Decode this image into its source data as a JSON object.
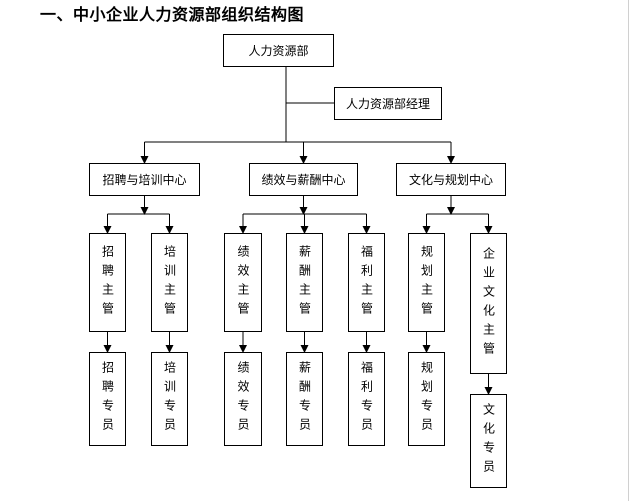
{
  "title": "一、中小企业人力资源部组织结构图",
  "root": "人力资源部",
  "manager": "人力资源部经理",
  "centers": [
    {
      "name": "招聘与培训中心",
      "supervisors": [
        {
          "title": "招聘主管",
          "staff": [
            "招聘专员"
          ]
        },
        {
          "title": "培训主管",
          "staff": [
            "培训专员"
          ]
        }
      ]
    },
    {
      "name": "绩效与薪酬中心",
      "supervisors": [
        {
          "title": "绩效主管",
          "staff": [
            "绩效专员"
          ]
        },
        {
          "title": "薪酬主管",
          "staff": [
            "薪酬专员"
          ]
        },
        {
          "title": "福利主管",
          "staff": [
            "福利专员"
          ]
        }
      ]
    },
    {
      "name": "文化与规划中心",
      "supervisors": [
        {
          "title": "规划主管",
          "staff": [
            "规划专员"
          ]
        },
        {
          "title": "企业文化主管",
          "staff": [
            "文化专员"
          ]
        }
      ]
    }
  ]
}
